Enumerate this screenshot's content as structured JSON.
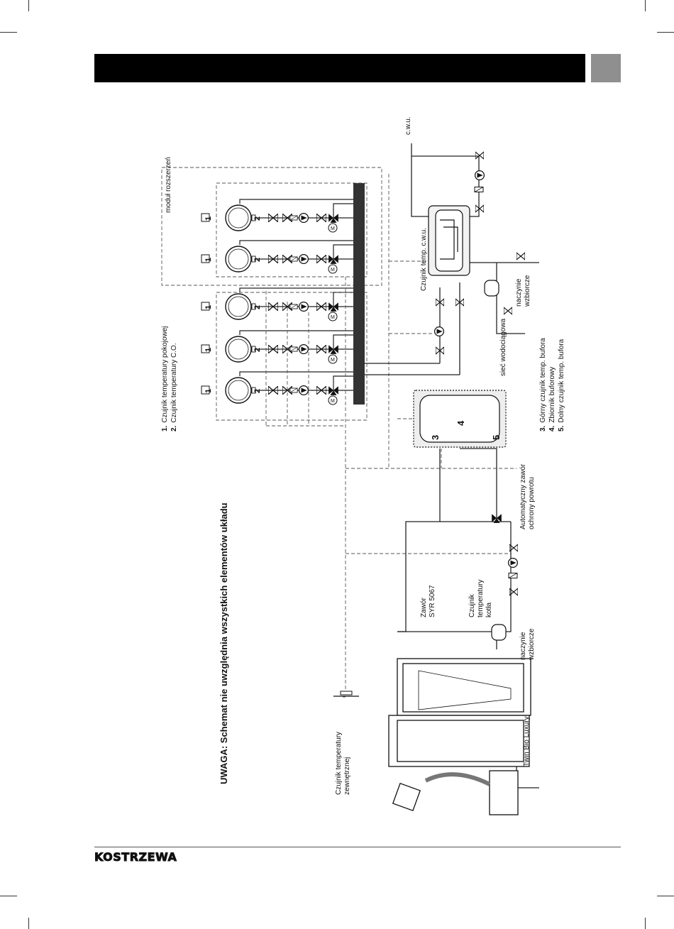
{
  "page": {
    "brand": "KOSTRZEWA",
    "warning": "UWAGA: Schemat nie uwzględnia wszystkich elementów układu"
  },
  "legend_left": {
    "items": [
      {
        "num": "1.",
        "text": "Czujnik temperatury pokojowej"
      },
      {
        "num": "2.",
        "text": "Czujnik temperatury C.O."
      }
    ]
  },
  "legend_right": {
    "items": [
      {
        "num": "3.",
        "text": "Górny czujnik temp. bufora"
      },
      {
        "num": "4.",
        "text": "Zbiornik buforowy"
      },
      {
        "num": "5.",
        "text": "Dolny czujnik temp. bufora"
      }
    ]
  },
  "labels": {
    "module": "moduł rozszerzeń",
    "cwu": "c.w.u.",
    "cwu_sensor": "Czujnik temp. c.w.u.",
    "water_network": "sieć wodociągowa",
    "expansion_vessel_top_line1": "naczynie",
    "expansion_vessel_top_line2": "wzbiorcze",
    "expansion_vessel_bottom_line1": "naczynie",
    "expansion_vessel_bottom_line2": "wzbiorcze",
    "auto_valve_line1": "Automatyczny zawór",
    "auto_valve_line2": "ochrony powrotu",
    "syr_line1": "Zawór",
    "syr_line2": "SYR 5067",
    "boiler_sensor_line1": "Czujnik",
    "boiler_sensor_line2": "temperatury",
    "boiler_sensor_line3": "kotła",
    "outside_sensor_line1": "Czujnik temperatury",
    "outside_sensor_line2": "zewnętrznej",
    "boiler_model": "Twin Bio Luxury",
    "buffer_n3": "3",
    "buffer_n4": "4",
    "buffer_n5": "5",
    "motor": "M",
    "circuit_n1": "1",
    "circuit_n2": "2"
  }
}
